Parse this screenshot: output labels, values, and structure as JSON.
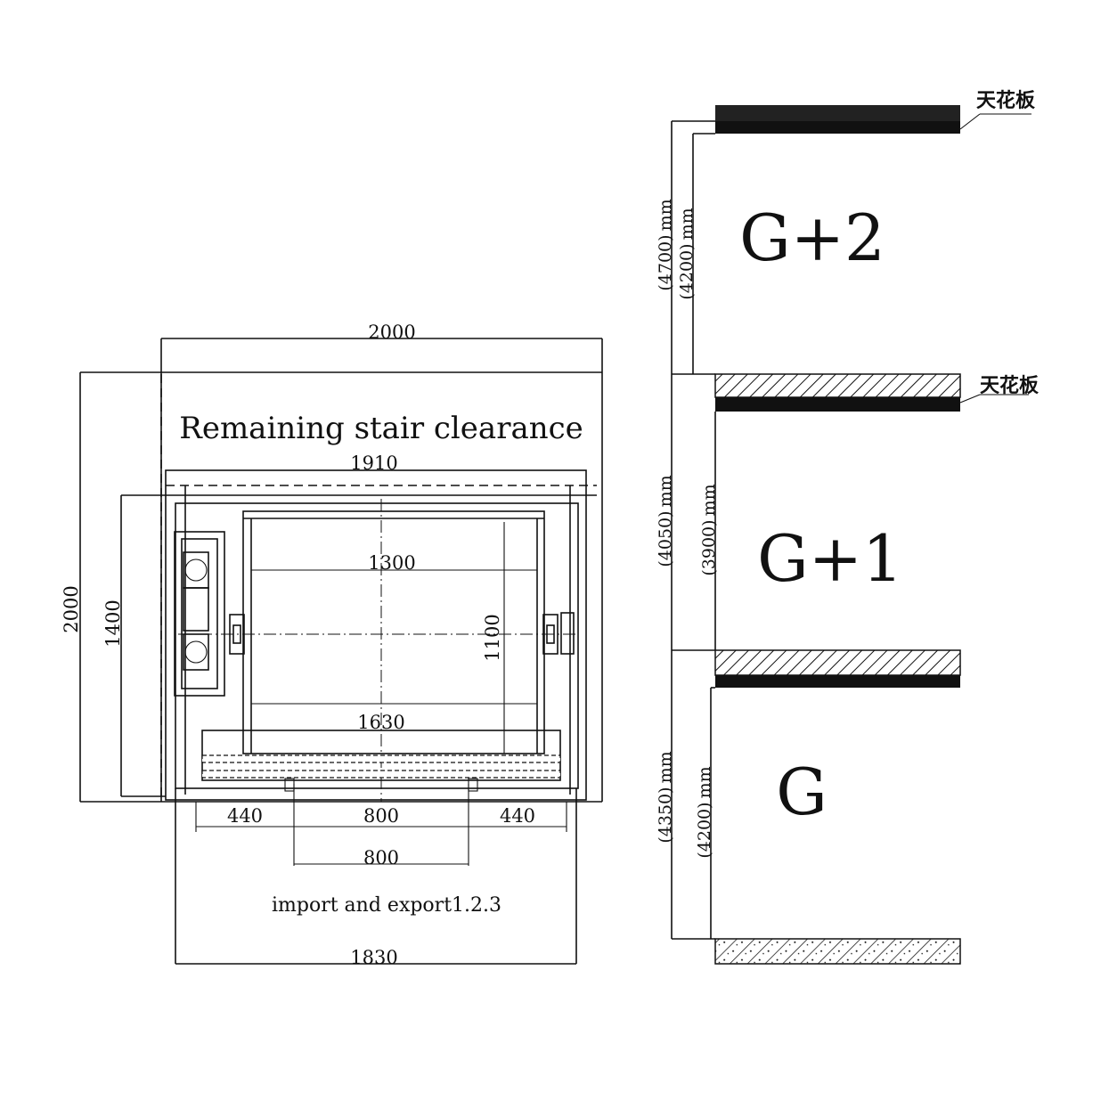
{
  "plan": {
    "title": "Remaining stair clearance",
    "entrance_label": "import and export1.2.3",
    "dims": {
      "top_width": "2000",
      "inner_width": "1910",
      "left_height": "2000",
      "car_height": "1400",
      "cabin_width": "1300",
      "cabin_depth": "1100",
      "sill_width": "1630",
      "left_side": "440",
      "door_center": "800",
      "right_side": "440",
      "door_opening": "800",
      "bottom_width": "1830"
    }
  },
  "section": {
    "ceiling_label": "天花板",
    "floors": [
      {
        "name": "G+2",
        "total": "4700",
        "clear": "4200",
        "unit": "mm"
      },
      {
        "name": "G+1",
        "total": "4050",
        "clear": "3900",
        "unit": "mm"
      },
      {
        "name": "G",
        "total": "4350",
        "clear": "4200",
        "unit": "mm"
      }
    ]
  }
}
